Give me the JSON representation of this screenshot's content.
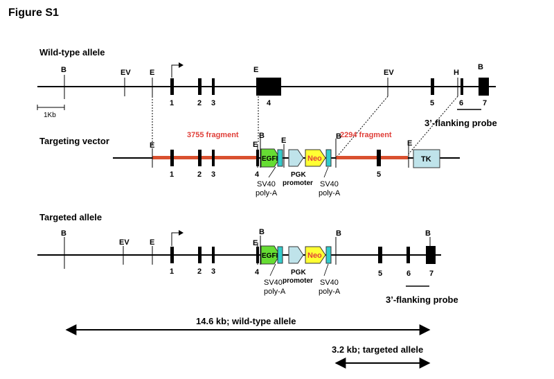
{
  "figure_title": "Figure S1",
  "colors": {
    "line": "#000000",
    "fragment": "#d9502f",
    "egfp": "#66dd33",
    "neo": "#ffff33",
    "sv40": "#33cccc",
    "pgk": "#bfe3ea",
    "tk": "#bfe3ea",
    "fragment_text": "#e0403a"
  },
  "wildtype": {
    "title": "Wild-type allele",
    "sites": [
      "B",
      "EV",
      "E",
      "E",
      "EV",
      "H",
      "B"
    ],
    "exons": [
      "1",
      "2",
      "3",
      "4",
      "5",
      "6",
      "7"
    ],
    "scale_label": "1Kb",
    "probe_label": "3’-flanking probe"
  },
  "vector": {
    "title": "Targeting vector",
    "fragment_left": "3755 fragment",
    "fragment_right": "2294 fragment",
    "sites": [
      "E",
      "E",
      "B",
      "E",
      "B",
      "E"
    ],
    "exons": [
      "1",
      "2",
      "3",
      "4",
      "5"
    ],
    "egfp_label": "EGFP",
    "neo_label": "Neo",
    "tk_label": "TK",
    "pgk_label_1": "PGK",
    "pgk_label_2": "promoter",
    "sv40_label_1": "SV40",
    "sv40_label_2": "poly-A"
  },
  "targeted": {
    "title": "Targeted allele",
    "sites": [
      "B",
      "EV",
      "E",
      "E",
      "B",
      "B",
      "B"
    ],
    "exons": [
      "1",
      "2",
      "3",
      "4",
      "5",
      "6",
      "7"
    ],
    "egfp_label": "EGFP",
    "neo_label": "Neo",
    "pgk_label_1": "PGK",
    "pgk_label_2": "promoter",
    "sv40_label_1": "SV40",
    "sv40_label_2": "poly-A",
    "probe_label": "3’-flanking probe"
  },
  "arrows": {
    "wildtype_size": "14.6 kb; wild-type allele",
    "targeted_size": "3.2 kb; targeted allele"
  }
}
